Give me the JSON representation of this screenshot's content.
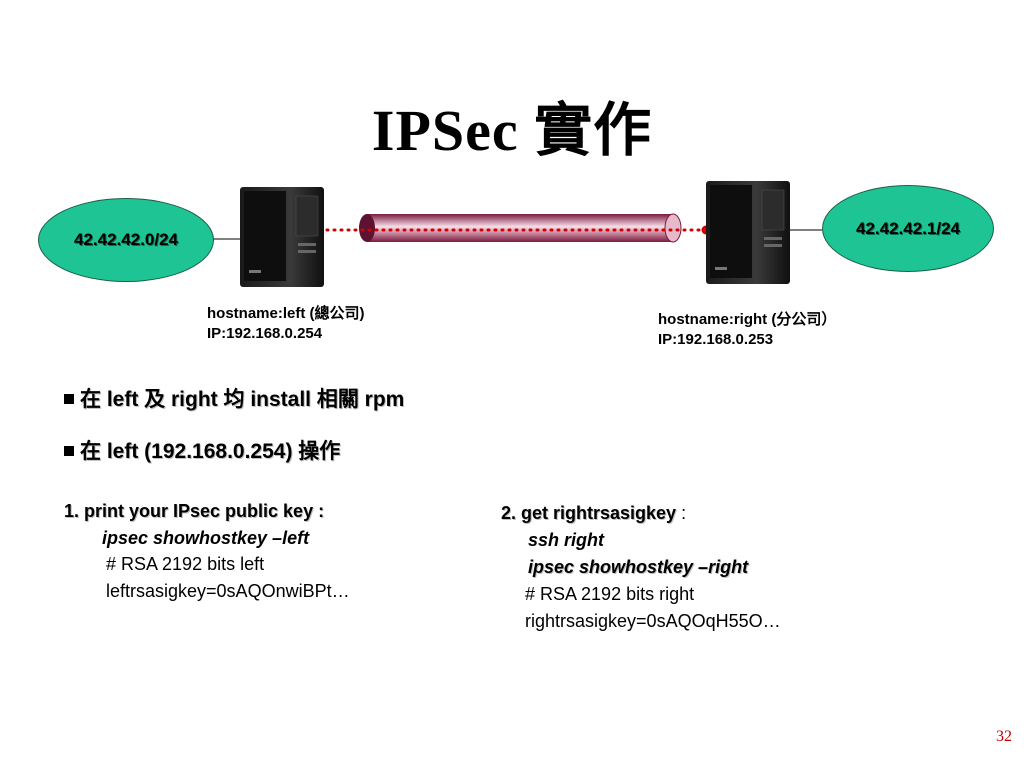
{
  "title": "IPSec 實作",
  "diagram": {
    "left_net": "42.42.42.0/24",
    "right_net": "42.42.42.1/24",
    "left_host": {
      "hostname": "hostname:left (總公司)",
      "ip": "IP:192.168.0.254"
    },
    "right_host": {
      "hostname": "hostname:right (分公司）",
      "ip": "IP:192.168.0.253"
    },
    "tunnel_color": "#a8325e",
    "link_color": "#d40000"
  },
  "bullets": [
    "在 left 及 right 均 install 相關 rpm",
    "在 left (192.168.0.254) 操作"
  ],
  "step1": {
    "heading": "1. print your IPsec public key :",
    "command": "ipsec showhostkey –left",
    "comment": "# RSA 2192 bits   left",
    "key": "leftrsasigkey=0sAQOnwiBPt…"
  },
  "step2": {
    "heading": "2. get rightrsasigkey",
    "colon": " :",
    "command1": "ssh right",
    "command2": "ipsec showhostkey –right",
    "comment": "# RSA 2192 bits   right",
    "key": "rightrsasigkey=0sAQOqH55O…"
  },
  "page_number": "32"
}
